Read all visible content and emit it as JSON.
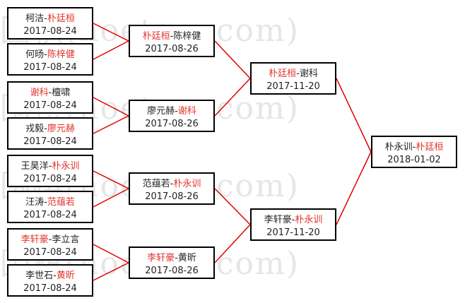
{
  "watermark": "围棋(hoetom.com)",
  "colors": {
    "winner": "#e0332b",
    "text": "#222222",
    "connector": "#e00000",
    "border": "#000000"
  },
  "rounds": {
    "r1": [
      {
        "p1": "柯洁",
        "p2": "朴廷桓",
        "winner": 2,
        "date": "2017-08-24"
      },
      {
        "p1": "何旸",
        "p2": "陈梓健",
        "winner": 2,
        "date": "2017-08-24"
      },
      {
        "p1": "谢科",
        "p2": "檀啸",
        "winner": 1,
        "date": "2017-08-24"
      },
      {
        "p1": "戎毅",
        "p2": "廖元赫",
        "winner": 2,
        "date": "2017-08-24"
      },
      {
        "p1": "王昊洋",
        "p2": "朴永训",
        "winner": 2,
        "date": "2017-08-24"
      },
      {
        "p1": "汪涛",
        "p2": "范蕴若",
        "winner": 2,
        "date": "2017-08-24"
      },
      {
        "p1": "李轩豪",
        "p2": "李立言",
        "winner": 1,
        "date": "2017-08-24"
      },
      {
        "p1": "李世石",
        "p2": "黄昕",
        "winner": 2,
        "date": "2017-08-24"
      }
    ],
    "r2": [
      {
        "p1": "朴廷桓",
        "p2": "陈梓健",
        "winner": 1,
        "date": "2017-08-26"
      },
      {
        "p1": "廖元赫",
        "p2": "谢科",
        "winner": 2,
        "date": "2017-08-26"
      },
      {
        "p1": "范蕴若",
        "p2": "朴永训",
        "winner": 2,
        "date": "2017-08-26"
      },
      {
        "p1": "李轩豪",
        "p2": "黄昕",
        "winner": 1,
        "date": "2017-08-26"
      }
    ],
    "r3": [
      {
        "p1": "朴廷桓",
        "p2": "谢科",
        "winner": 1,
        "date": "2017-11-20"
      },
      {
        "p1": "李轩豪",
        "p2": "朴永训",
        "winner": 2,
        "date": "2017-11-20"
      }
    ],
    "final": [
      {
        "p1": "朴永训",
        "p2": "朴廷桓",
        "winner": 2,
        "date": "2018-01-02"
      }
    ]
  }
}
